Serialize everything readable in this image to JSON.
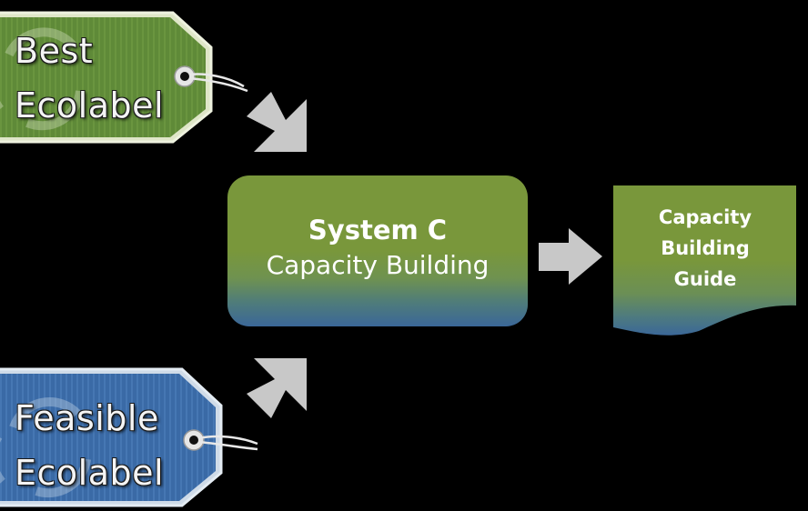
{
  "tags": {
    "best": {
      "line1": "Best",
      "line2": "Ecolabel",
      "color": "#5f8a38"
    },
    "feasible": {
      "line1": "Feasible",
      "line2": "Ecolabel",
      "color": "#3a6aa6"
    }
  },
  "system": {
    "title": "System C",
    "subtitle": "Capacity Building",
    "gradient_top": "#79973b",
    "gradient_bottom": "#3b6798"
  },
  "guide": {
    "line1": "Capacity",
    "line2": "Building",
    "line3": "Guide"
  },
  "icons": {
    "tag_background": "recycle-icon",
    "connector": "arrow-icon"
  },
  "colors": {
    "background": "#000000",
    "arrow": "#c8c8c8"
  }
}
